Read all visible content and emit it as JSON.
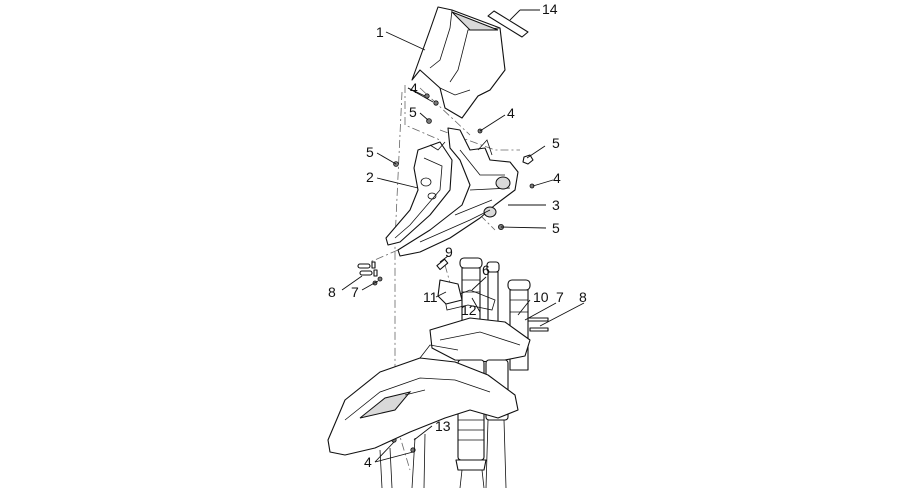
{
  "diagram": {
    "callouts": [
      {
        "id": "c14",
        "label": "14"
      },
      {
        "id": "c1",
        "label": "1"
      },
      {
        "id": "c4a",
        "label": "4"
      },
      {
        "id": "c5a",
        "label": "5"
      },
      {
        "id": "c4b",
        "label": "4"
      },
      {
        "id": "c5b",
        "label": "5"
      },
      {
        "id": "c5c",
        "label": "5"
      },
      {
        "id": "c4c",
        "label": "4"
      },
      {
        "id": "c2",
        "label": "2"
      },
      {
        "id": "c3",
        "label": "3"
      },
      {
        "id": "c5d",
        "label": "5"
      },
      {
        "id": "c9",
        "label": "9"
      },
      {
        "id": "c6",
        "label": "6"
      },
      {
        "id": "c8a",
        "label": "8"
      },
      {
        "id": "c7a",
        "label": "7"
      },
      {
        "id": "c11",
        "label": "11"
      },
      {
        "id": "c12",
        "label": "12"
      },
      {
        "id": "c10",
        "label": "10"
      },
      {
        "id": "c7b",
        "label": "7"
      },
      {
        "id": "c8b",
        "label": "8"
      },
      {
        "id": "c13",
        "label": "13"
      },
      {
        "id": "c4d",
        "label": "4"
      }
    ]
  }
}
